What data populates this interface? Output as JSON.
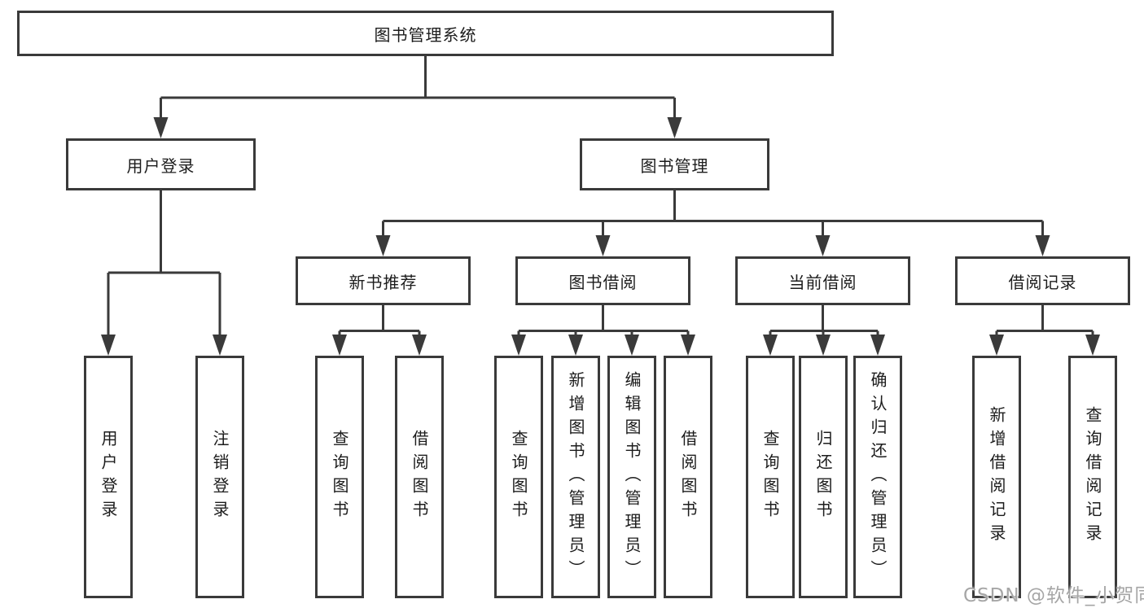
{
  "colors": {
    "line": "#3a3a3a",
    "box_border": "#3a3a3a",
    "text": "#1c1c1c",
    "watermark": "#a6a6a6",
    "background": "#ffffff"
  },
  "tree": {
    "root": {
      "label": "图书管理系统"
    },
    "branches": [
      {
        "label": "用户登录",
        "children": [
          {
            "label": "用户登录"
          },
          {
            "label": "注销登录"
          }
        ]
      },
      {
        "label": "图书管理",
        "children": [
          {
            "label": "新书推荐",
            "children": [
              {
                "label": "查询图书"
              },
              {
                "label": "借阅图书"
              }
            ]
          },
          {
            "label": "图书借阅",
            "children": [
              {
                "label": "查询图书"
              },
              {
                "label": "新增图书（管理员）"
              },
              {
                "label": "编辑图书（管理员）"
              },
              {
                "label": "借阅图书"
              }
            ]
          },
          {
            "label": "当前借阅",
            "children": [
              {
                "label": "查询图书"
              },
              {
                "label": "归还图书"
              },
              {
                "label": "确认归还（管理员）"
              }
            ]
          },
          {
            "label": "借阅记录",
            "children": [
              {
                "label": "新增借阅记录"
              },
              {
                "label": "查询借阅记录"
              }
            ]
          }
        ]
      }
    ]
  },
  "watermark": {
    "text": "CSDN @软件_小贺同学"
  }
}
